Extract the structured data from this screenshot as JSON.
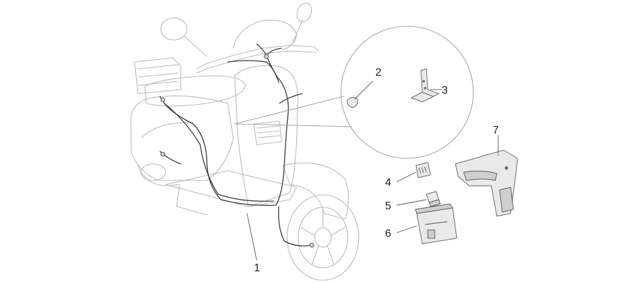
{
  "diagram": {
    "callouts": [
      {
        "id": "1",
        "label": "1"
      },
      {
        "id": "2",
        "label": "2"
      },
      {
        "id": "3",
        "label": "3"
      },
      {
        "id": "4",
        "label": "4"
      },
      {
        "id": "5",
        "label": "5"
      },
      {
        "id": "6",
        "label": "6"
      },
      {
        "id": "7",
        "label": "7"
      }
    ],
    "colors": {
      "outline": "#b9b9b9",
      "wiring": "#3a3a3a",
      "parts": "#e9e9e9"
    }
  }
}
